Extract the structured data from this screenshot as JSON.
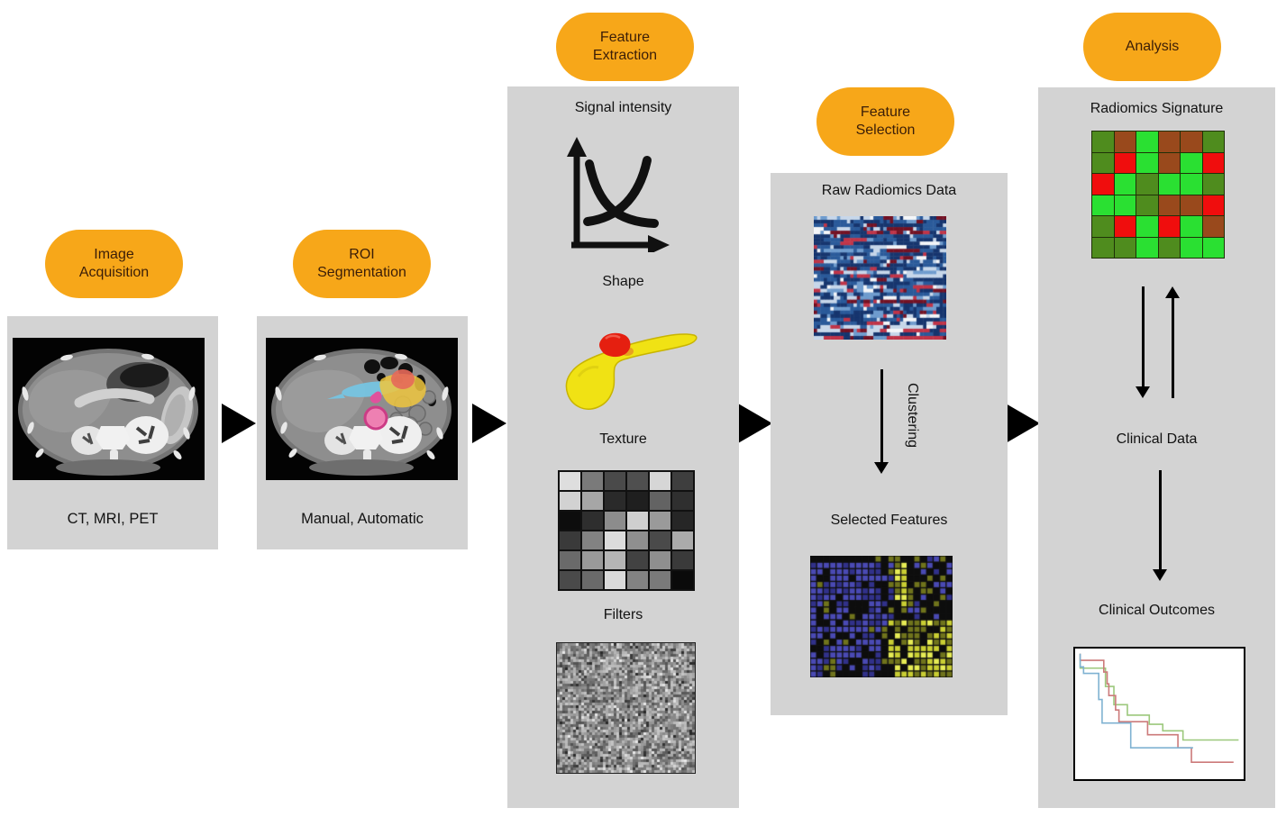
{
  "palette": {
    "figure_bg": "#ffffff",
    "pill_bg": "#f7a719",
    "pill_text": "#3b1e08",
    "panel_bg": "#d3d3d3",
    "arrow": "#000000",
    "text": "#121212"
  },
  "pills": [
    {
      "id": "image-acquisition",
      "label": "Image\nAcquisition"
    },
    {
      "id": "roi-segmentation",
      "label": "ROI\nSegmentation"
    },
    {
      "id": "feature-extraction",
      "label": "Feature\nExtraction"
    },
    {
      "id": "feature-selection",
      "label": "Feature\nSelection"
    },
    {
      "id": "analysis",
      "label": "Analysis"
    }
  ],
  "panels": {
    "acquisition": {
      "caption": "CT, MRI, PET",
      "image": "axial-abdominal-ct"
    },
    "segmentation": {
      "caption": "Manual, Automatic",
      "image": "axial-abdominal-ct-with-roi-overlays"
    },
    "extraction": {
      "headings": [
        "Signal intensity",
        "Shape",
        "Texture",
        "Filters"
      ],
      "icons": [
        "intensity-curves-plot-icon",
        "pancreas-3d-shape",
        "gray-level-matrix",
        "filtered-noise-image"
      ]
    },
    "selection": {
      "heading_raw": "Raw Radiomics Data",
      "clustering_label": "Clustering",
      "heading_selected": "Selected Features"
    },
    "analysis": {
      "heading_signature": "Radiomics Signature",
      "heading_clinical": "Clinical Data",
      "heading_outcomes": "Clinical Outcomes"
    }
  },
  "graphics": {
    "texture_grid": {
      "rows": [
        [
          "#dedede",
          "#7a7a7a",
          "#4a4a4a",
          "#4f4f4f",
          "#d6d6d6",
          "#3e3e3e"
        ],
        [
          "#d2d2d2",
          "#a6a6a6",
          "#2a2a2a",
          "#1f1f1f",
          "#636363",
          "#2f2f2f"
        ],
        [
          "#0d0d0d",
          "#2e2e2e",
          "#8c8c8c",
          "#cfcfcf",
          "#9a9a9a",
          "#262626"
        ],
        [
          "#3a3a3a",
          "#828282",
          "#dcdcdc",
          "#8f8f8f",
          "#4a4a4a",
          "#ababab"
        ],
        [
          "#6a6a6a",
          "#9a9a9a",
          "#b5b5b5",
          "#424242",
          "#8f8f8f",
          "#3a3a3a"
        ],
        [
          "#4a4a4a",
          "#6a6a6a",
          "#dadada",
          "#828282",
          "#7a7a7a",
          "#0a0a0a"
        ]
      ]
    },
    "signature_grid": {
      "palette": {
        "g": "#2ae032",
        "o": "#4f8c1e",
        "n": "#99491c",
        "r": "#f00d0d"
      },
      "rows": [
        [
          "o",
          "n",
          "g",
          "n",
          "n",
          "o"
        ],
        [
          "o",
          "r",
          "g",
          "n",
          "g",
          "r"
        ],
        [
          "r",
          "g",
          "o",
          "g",
          "g",
          "o"
        ],
        [
          "g",
          "g",
          "o",
          "n",
          "n",
          "r"
        ],
        [
          "o",
          "r",
          "g",
          "r",
          "g",
          "n"
        ],
        [
          "o",
          "o",
          "g",
          "o",
          "g",
          "g"
        ]
      ]
    },
    "raw_heatmap": {
      "cols": 40,
      "rows": 34,
      "seed": 11,
      "palette": [
        "#16356e",
        "#2a5a9a",
        "#6f9cce",
        "#c7d7ea",
        "#f4f6f9",
        "#c03448",
        "#731224"
      ]
    },
    "selected_heatmap": {
      "cols": 22,
      "rows": 19,
      "seed": 29,
      "grid_line": "#101010",
      "palette": {
        "blue": "#4a4ab4",
        "darkblue": "#31318a",
        "black": "#0d0d0d",
        "olive": "#70741c",
        "yellow": "#c9ce33",
        "bright": "#e6ec55"
      }
    },
    "noise_filter": {
      "seed": 8,
      "block": 3,
      "min": 80,
      "range": 120
    },
    "km_plot": {
      "type": "line",
      "bg": "#ffffff",
      "border": "#000000",
      "series": [
        {
          "name": "green",
          "color": "#9cc87c",
          "points": [
            [
              3,
              4
            ],
            [
              3,
              15
            ],
            [
              18,
              15
            ],
            [
              18,
              29
            ],
            [
              23,
              29
            ],
            [
              23,
              43
            ],
            [
              31,
              43
            ],
            [
              31,
              51
            ],
            [
              44,
              51
            ],
            [
              44,
              58
            ],
            [
              52,
              58
            ],
            [
              52,
              63
            ],
            [
              64,
              63
            ],
            [
              64,
              70
            ],
            [
              97,
              70
            ]
          ]
        },
        {
          "name": "red",
          "color": "#cc7a7a",
          "points": [
            [
              3,
              4
            ],
            [
              3,
              9
            ],
            [
              17,
              9
            ],
            [
              17,
              18
            ],
            [
              19,
              18
            ],
            [
              19,
              27
            ],
            [
              20,
              27
            ],
            [
              20,
              36
            ],
            [
              24,
              36
            ],
            [
              24,
              47
            ],
            [
              26,
              47
            ],
            [
              26,
              56
            ],
            [
              43,
              56
            ],
            [
              43,
              66
            ],
            [
              61,
              66
            ],
            [
              61,
              76
            ],
            [
              69,
              76
            ],
            [
              69,
              87
            ],
            [
              94,
              87
            ]
          ]
        },
        {
          "name": "blue",
          "color": "#7fb2d2",
          "points": [
            [
              3,
              4
            ],
            [
              3,
              14
            ],
            [
              5,
              14
            ],
            [
              5,
              19
            ],
            [
              14,
              19
            ],
            [
              14,
              39
            ],
            [
              16,
              39
            ],
            [
              16,
              57
            ],
            [
              33,
              57
            ],
            [
              33,
              76
            ],
            [
              70,
              76
            ]
          ]
        }
      ]
    }
  }
}
